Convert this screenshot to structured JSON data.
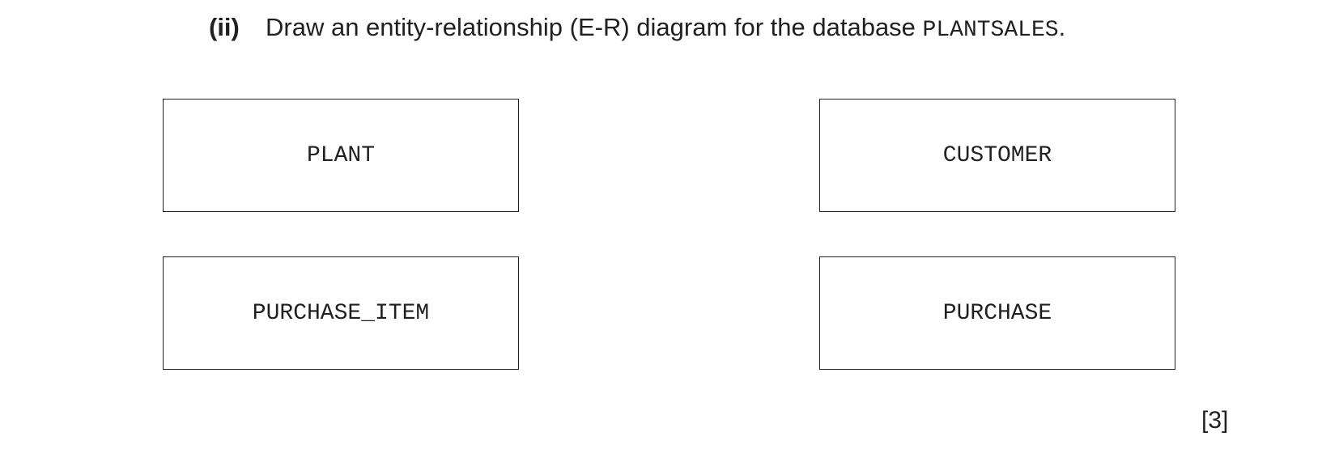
{
  "question": {
    "number": "(ii)",
    "text": "Draw an entity-relationship (E-R) diagram for the database ",
    "database_name": "PLANTSALES",
    "end_punct": "."
  },
  "entities": [
    {
      "label": "PLANT"
    },
    {
      "label": "CUSTOMER"
    },
    {
      "label": "PURCHASE_ITEM"
    },
    {
      "label": "PURCHASE"
    }
  ],
  "marks": "[3]"
}
